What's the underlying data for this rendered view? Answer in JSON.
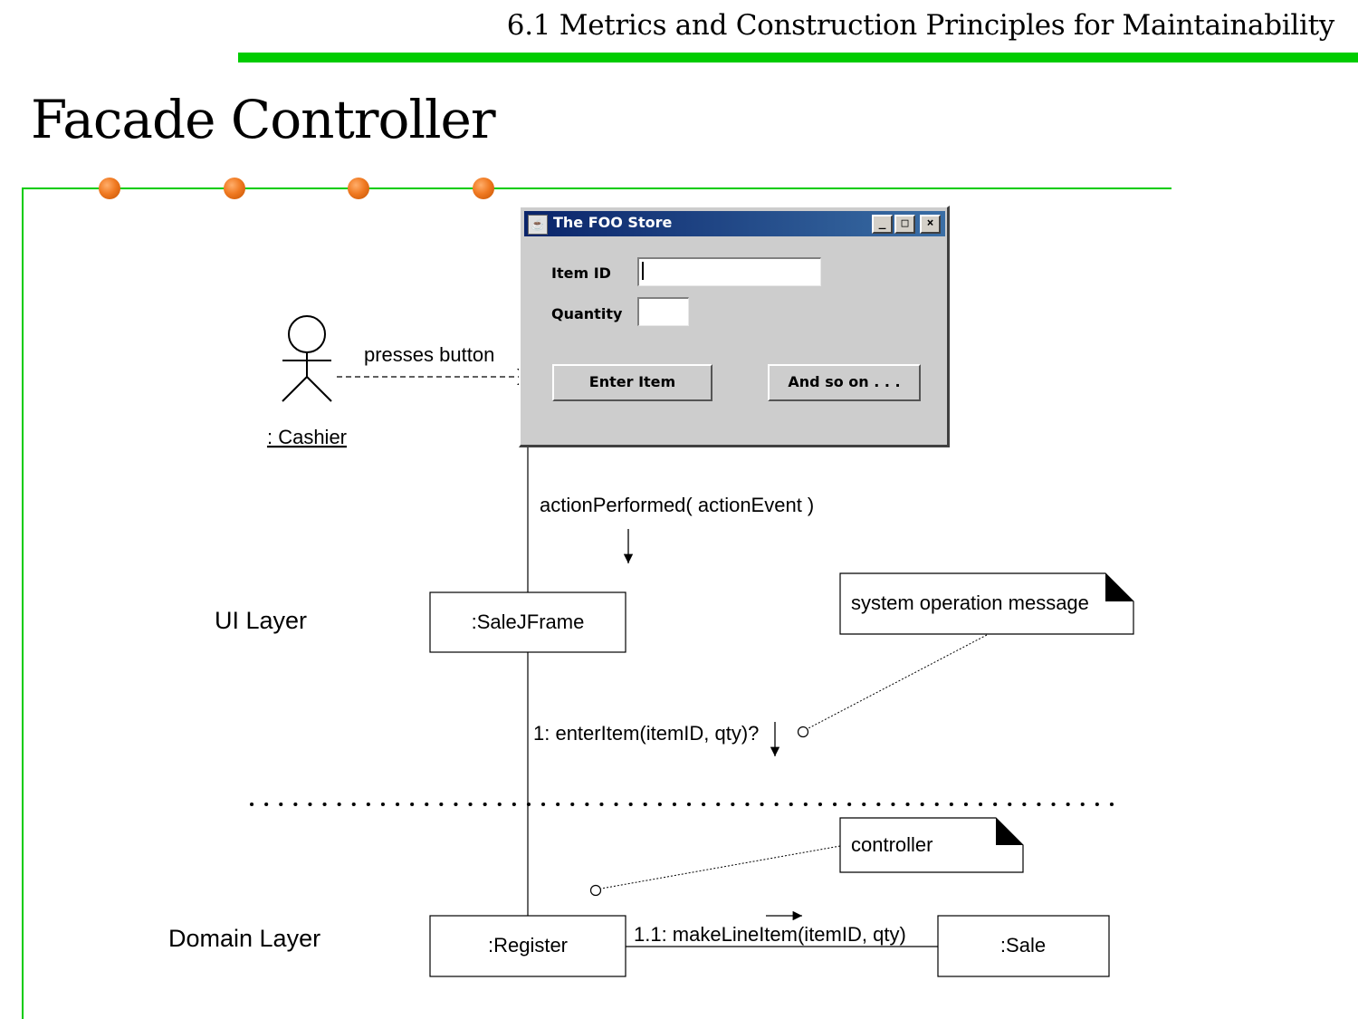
{
  "header": {
    "section_title": "6.1 Metrics and Construction Principles for Maintainability"
  },
  "slide": {
    "title": "Facade Controller"
  },
  "colors": {
    "accent_green": "#00cc00",
    "bullet_orange": "#f07a22"
  },
  "window": {
    "title": "The FOO Store",
    "controls": {
      "minimize": "_",
      "maximize": "□",
      "close": "×"
    },
    "item_id_label": "Item ID",
    "quantity_label": "Quantity",
    "item_id_value": "",
    "quantity_value": "",
    "enter_button": "Enter Item",
    "more_button": "And so on . . ."
  },
  "diagram": {
    "actor_label": ": Cashier",
    "actor_message": "presses button",
    "event_message": "actionPerformed( actionEvent )",
    "ui_layer": "UI Layer",
    "domain_layer": "Domain Layer",
    "salejframe": ":SaleJFrame",
    "register": ":Register",
    "sale": ":Sale",
    "enter_item_message": "1: enterItem(itemID, qty)?",
    "make_line_item_message": "1.1: makeLineItem(itemID, qty)",
    "note_system": "system operation message",
    "note_controller": "controller"
  }
}
